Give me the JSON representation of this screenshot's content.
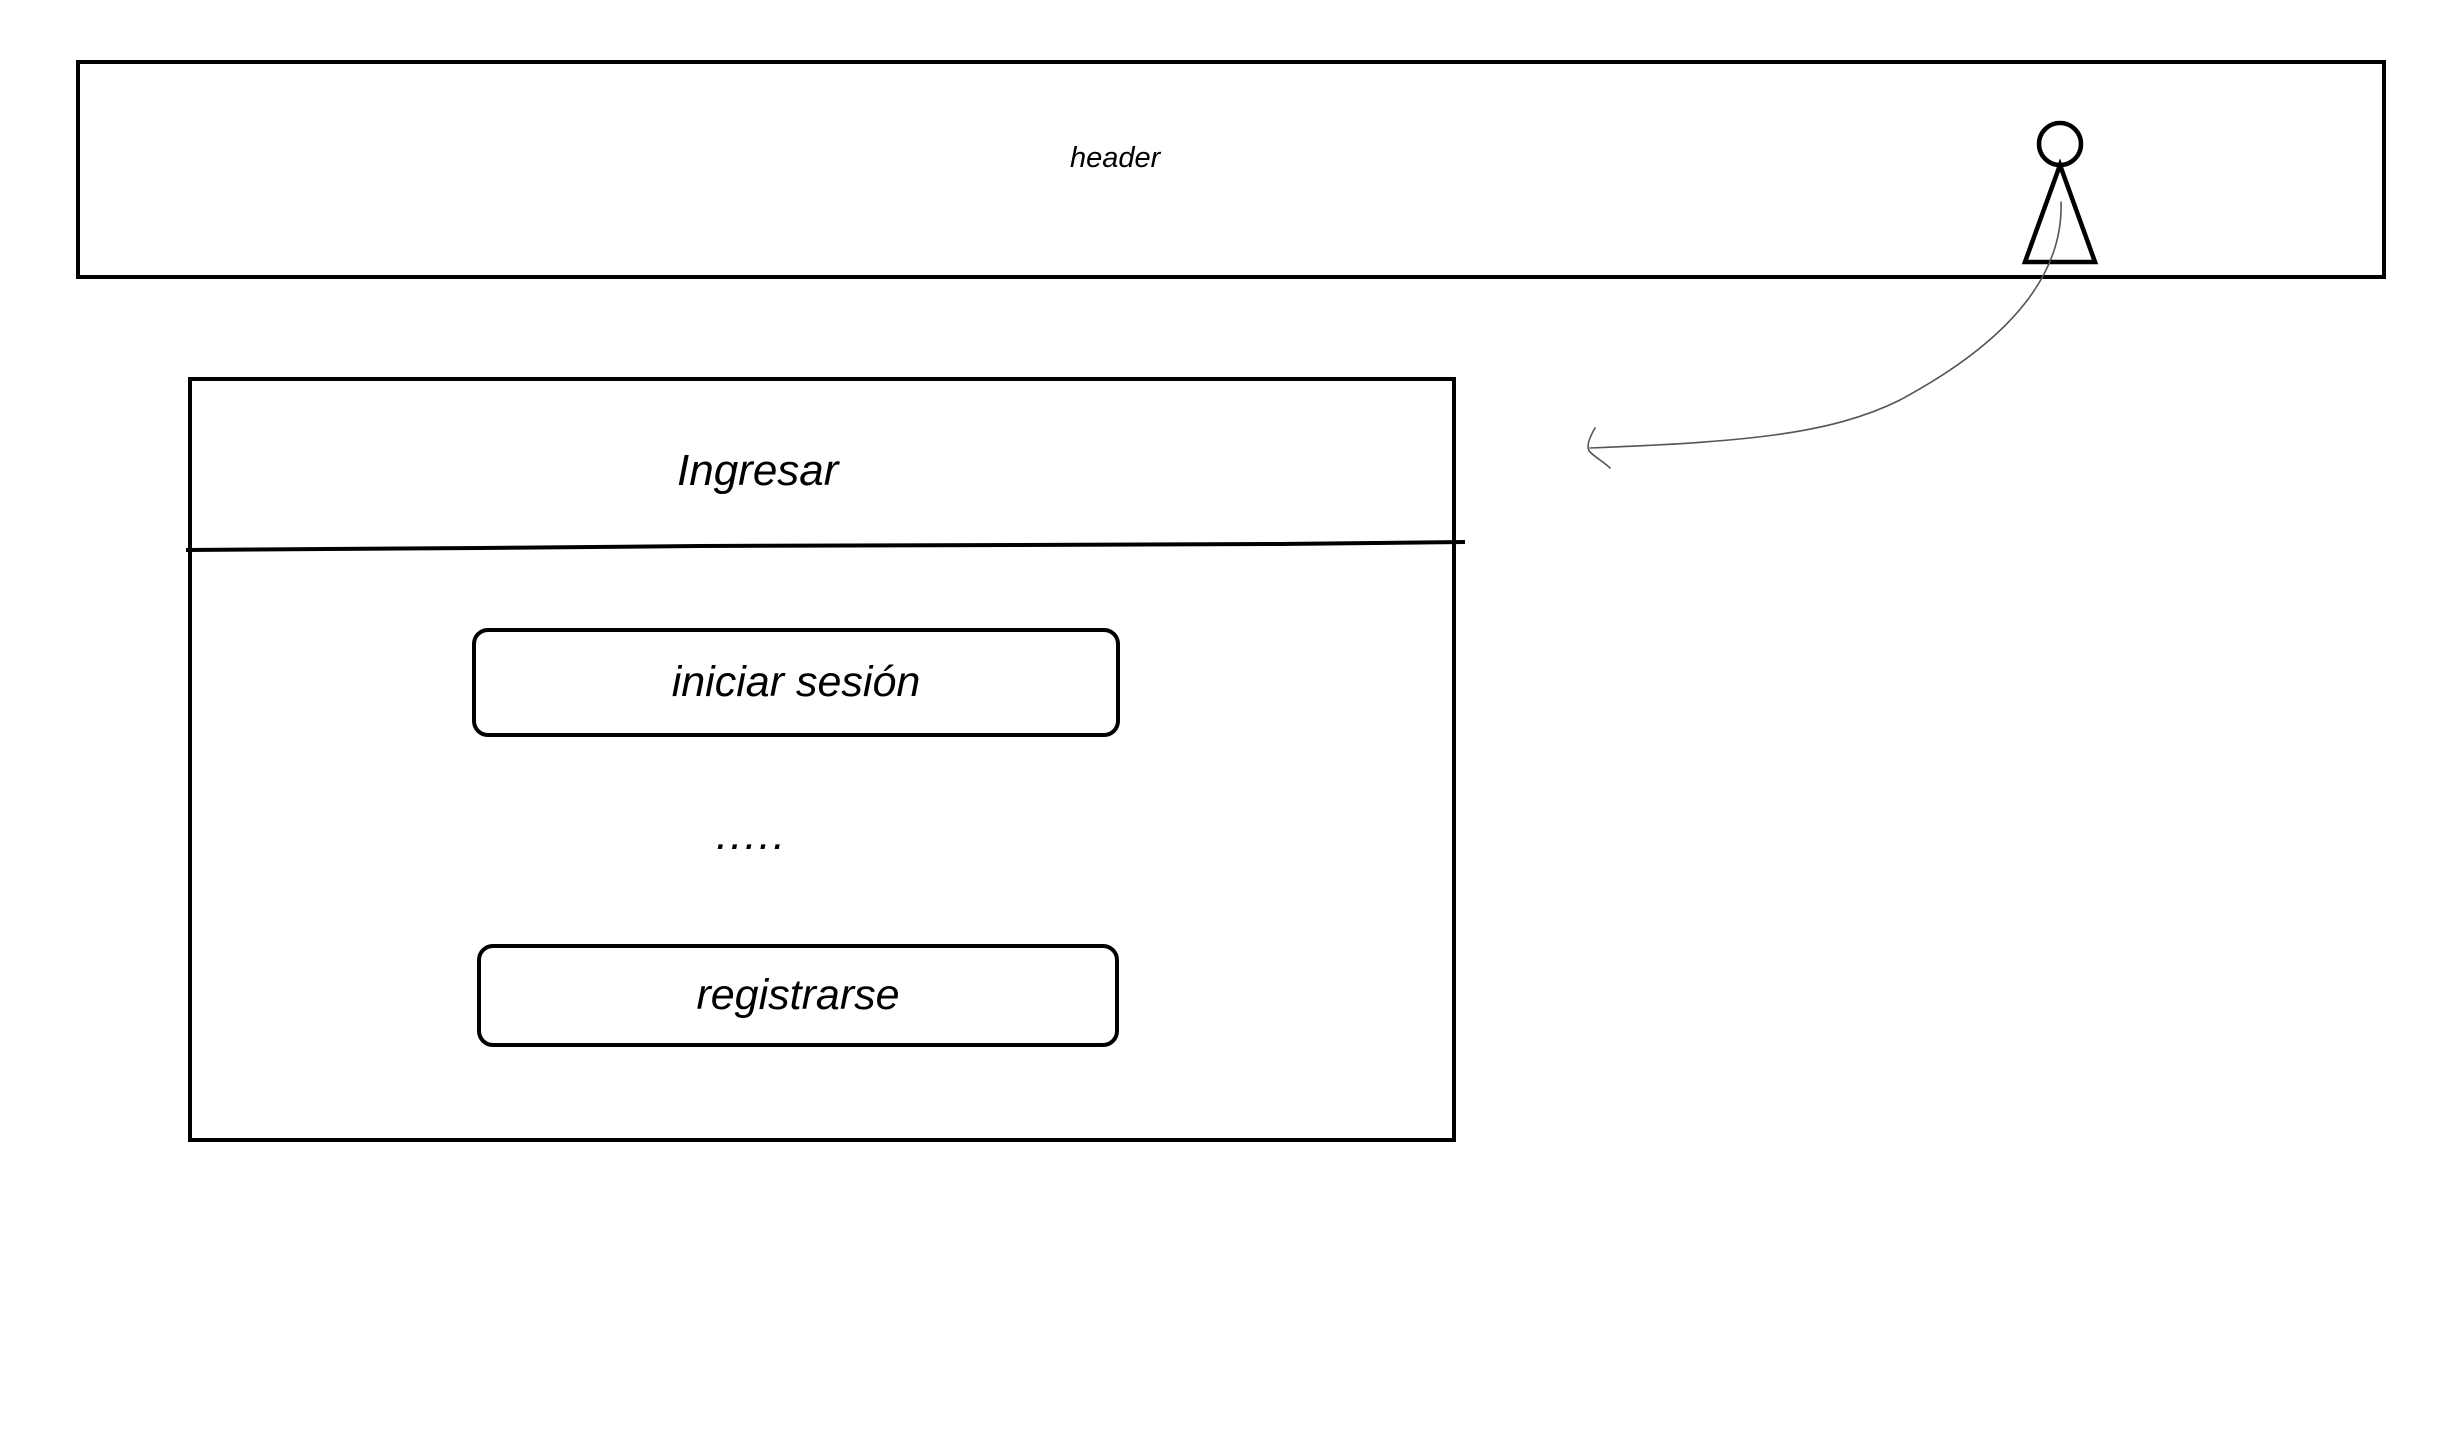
{
  "header": {
    "label": "header",
    "user_icon": "user-icon"
  },
  "login_panel": {
    "title": "Ingresar",
    "login_button_label": "iniciar sesión",
    "separator_text": ".....",
    "register_button_label": "registrarse"
  },
  "connector": {
    "icon": "curved-arrow-icon"
  }
}
